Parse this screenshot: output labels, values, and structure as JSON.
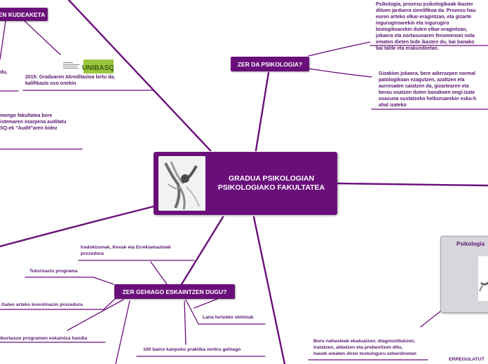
{
  "central": {
    "line1": "GRADUA PSIKOLOGIAN",
    "line2": "PSIKOLOGIAKO FAKULTATEA"
  },
  "branches": {
    "kudeaketa": {
      "label": "EN KUDEAKETA"
    },
    "zer_da": {
      "label": "ZER DA PSIKOLOGIA?"
    },
    "zer_gehiago": {
      "label": "ZER GEHIAGO ESKAINTZEN DUGU?"
    }
  },
  "notes": {
    "def1": [
      "Psikologia,  prozesu psikologikoak ikaster",
      "dituen jarduera zientifikoa da. Prozesu hau",
      "euren arteko elkar-eragintzan, eta gizarte",
      "ingurugiroarekin eta ingurugiro",
      "biologikoarekin duten elkar-eragintzan,",
      "jokaera eta nortasunaren fenomenoei nola",
      "ematen dieten bide  ikasten du, bai banako",
      "bai talde eta erakundeetan."
    ],
    "def2": [
      "Gizakion jokaera, bere adierazpen normal",
      "patologikoan  ezagutzen, azaltzen eta",
      "aurresaten saiatzen da,  gizartearen eta",
      "berau osatzen duten banakoen ongi-izate",
      "osasuna sustatzeko helburuarekin esku-h",
      "ahal izateko"
    ],
    "akreditazio": [
      "2015: Graduaren Akreditazioa lortu da,",
      "kalifikazio oso onekin"
    ],
    "left_du": [
      "du,"
    ],
    "audit": [
      "mengo fakultatea bere",
      "istemaren ezarpena auditatu",
      "SQ-ek “Audit”aren bidez"
    ],
    "iradokizunak": [
      "Iradokizunak, Kexak eta Errekiamazioak",
      "prozedura"
    ],
    "tutorizazio": [
      "Tutorizazio programa"
    ],
    "koordinazio": [
      "Galen arteko koordinazio prozedura"
    ],
    "mugikortasun": [
      "ikortasun programen eskaintza handia"
    ],
    "lana": [
      "Lana lortzeko ekintzak"
    ],
    "praktika": [
      "100 baino kanpoko praktika zentru gehiago"
    ],
    "buru": [
      "Buru nahasteak ebaluatzen, diagnostikatzen,",
      "tratatzen, aldatzen eta prebenitzen ditu,",
      "hauek ematen diren testuinguru ezberdinetan"
    ],
    "erregulatu": [
      "ERREGULATUT"
    ]
  },
  "card": {
    "title": "Psikologia"
  },
  "logo": {
    "text": "UNIBASQ"
  },
  "colors": {
    "accent": "#6a0f7a",
    "line": "#6a0f7a",
    "note_text": "#5a1670"
  }
}
